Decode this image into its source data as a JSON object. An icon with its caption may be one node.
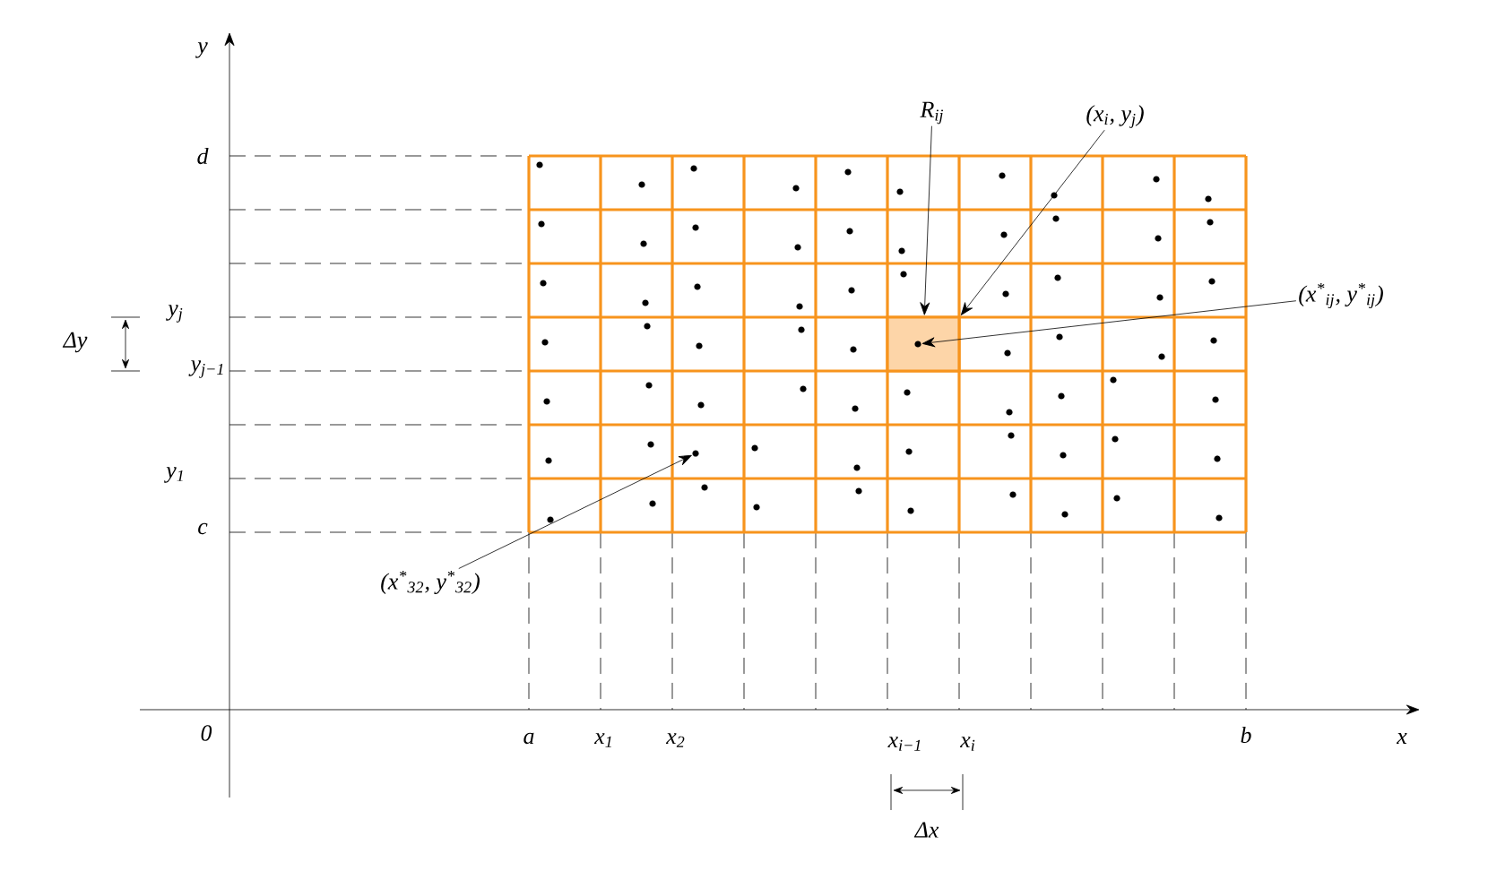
{
  "diagram": {
    "nodes": [
      {
        "text": [
          "R$_{ij}$"
        ]
      },
      {
        "text": [],
        "shape": "box"
      },
      {
        "text": [
          "(x$_{i}$, y$_{j}$)"
        ]
      },
      {
        "text": [
          "(x$^{*}$$_{ij}$, y$^{*}$$_{ij}$)"
        ]
      },
      {
        "text": [],
        "shape": "circle",
        "in": 1
      },
      {
        "text": [
          "(x$^{*}$$_{32}$, y$^{*}$$_{32}$)"
        ]
      },
      {
        "text": [],
        "shape": "circle"
      }
    ],
    "edges": [
      {
        "from": 0,
        "to": 1,
        "arrow": "to"
      },
      {
        "from": 2,
        "to": 1,
        "arrow": "to"
      },
      {
        "from": 3,
        "to": 4,
        "arrow": "to"
      },
      {
        "from": 5,
        "to": 6,
        "arrow": "to"
      }
    ],
    "labels": [
      "y",
      "d",
      "y$_{j}$",
      "Δy",
      "y$_{j−1}$",
      "y$_{1}$",
      "c",
      "0",
      "a",
      "x$_{1}$",
      "x$_{2}$",
      "x$_{i−1}$",
      "x$_{i}$",
      "b",
      "x",
      "Δx"
    ]
  }
}
